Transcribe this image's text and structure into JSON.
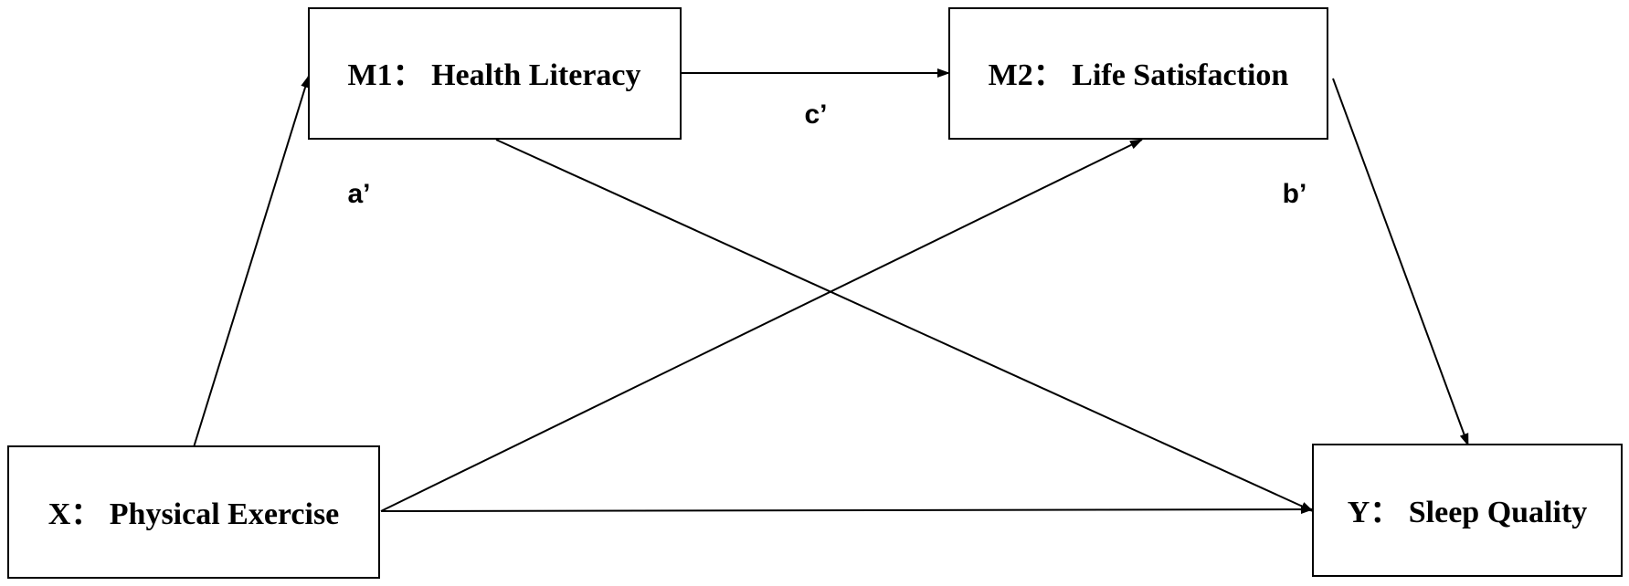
{
  "nodes": {
    "x": {
      "label": "X：  Physical Exercise"
    },
    "m1": {
      "label": "M1：  Health Literacy"
    },
    "m2": {
      "label": "M2：  Life Satisfaction"
    },
    "y": {
      "label": "Y：  Sleep Quality"
    }
  },
  "paths": {
    "a": "a’",
    "b": "b’",
    "c": "c’"
  },
  "edges": [
    {
      "from": "x",
      "to": "m1"
    },
    {
      "from": "m1",
      "to": "m2"
    },
    {
      "from": "m2",
      "to": "y"
    },
    {
      "from": "x",
      "to": "m2"
    },
    {
      "from": "m1",
      "to": "y"
    },
    {
      "from": "x",
      "to": "y"
    }
  ],
  "colors": {
    "stroke": "#000000",
    "background": "#ffffff"
  }
}
